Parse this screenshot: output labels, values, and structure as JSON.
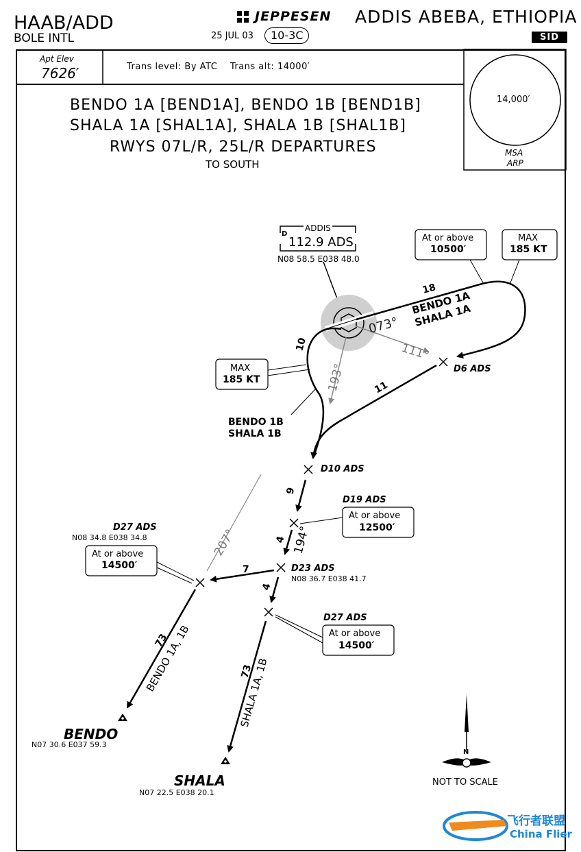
{
  "header": {
    "airport_id": "HAAB/ADD",
    "airport_name": "BOLE INTL",
    "brand": "JEPPESEN",
    "location": "ADDIS ABEBA, ETHIOPIA",
    "date": "25 JUL 03",
    "chart_number": "10-3C",
    "chart_type": "SID"
  },
  "info_bar": {
    "elev_label": "Apt Elev",
    "elev_value": "7626′",
    "trans_text": "Trans level: By ATC    Trans alt: 14000′"
  },
  "msa": {
    "altitude": "14,000′",
    "label1": "MSA",
    "label2": "ARP"
  },
  "title": {
    "line1": "BENDO 1A [BEND1A], BENDO 1B [BEND1B]",
    "line2": "SHALA 1A [SHAL1A], SHALA 1B [SHAL1B]",
    "line3": "RWYS 07L/R, 25L/R DEPARTURES",
    "line4": "TO SOUTH"
  },
  "navaid": {
    "name": "ADDIS",
    "freq": "112.9 ADS",
    "letter": "D",
    "coords": "N08 58.5 E038 48.0"
  },
  "labels": {
    "bearing_073": "073°",
    "bearing_111": "111°",
    "bearing_193": "193°",
    "bearing_194": "194°",
    "bearing_207": "207°",
    "route_1a_line1": "BENDO 1A",
    "route_1a_line2": "SHALA 1A",
    "route_1b_line1": "BENDO 1B",
    "route_1b_line2": "SHALA 1B",
    "dist_18": "18",
    "dist_10": "10",
    "dist_11": "11",
    "dist_9": "9",
    "dist_4a": "4",
    "dist_7": "7",
    "dist_4b": "4",
    "dist_73a": "73",
    "dist_73b": "73",
    "route_bendo": "BENDO 1A, 1B",
    "route_shala": "SHALA 1A, 1B",
    "d6": "D6 ADS",
    "d10": "D10 ADS",
    "d19": "D19 ADS",
    "d23": "D23 ADS",
    "d23_coords": "N08 36.7 E038 41.7",
    "d27w": "D27 ADS",
    "d27w_coords": "N08 34.8 E038 34.8",
    "d27e": "D27 ADS",
    "bendo": "BENDO",
    "bendo_coords": "N07 30.6 E037 59.3",
    "shala": "SHALA",
    "shala_coords": "N07 22.5 E038 20.1",
    "north": "N",
    "not_to_scale": "NOT TO SCALE"
  },
  "callouts": {
    "c1_line1": "At or above",
    "c1_line2": "10500′",
    "c2_line1": "MAX",
    "c2_line2": "185 KT",
    "c3_line1": "MAX",
    "c3_line2": "185 KT",
    "c4_line1": "At or above",
    "c4_line2": "12500′",
    "c5_line1": "At or above",
    "c5_line2": "14500′",
    "c6_line1": "At or above",
    "c6_line2": "14500′"
  },
  "watermark": {
    "line1": "飞行者联盟",
    "line2": "China Flier"
  }
}
